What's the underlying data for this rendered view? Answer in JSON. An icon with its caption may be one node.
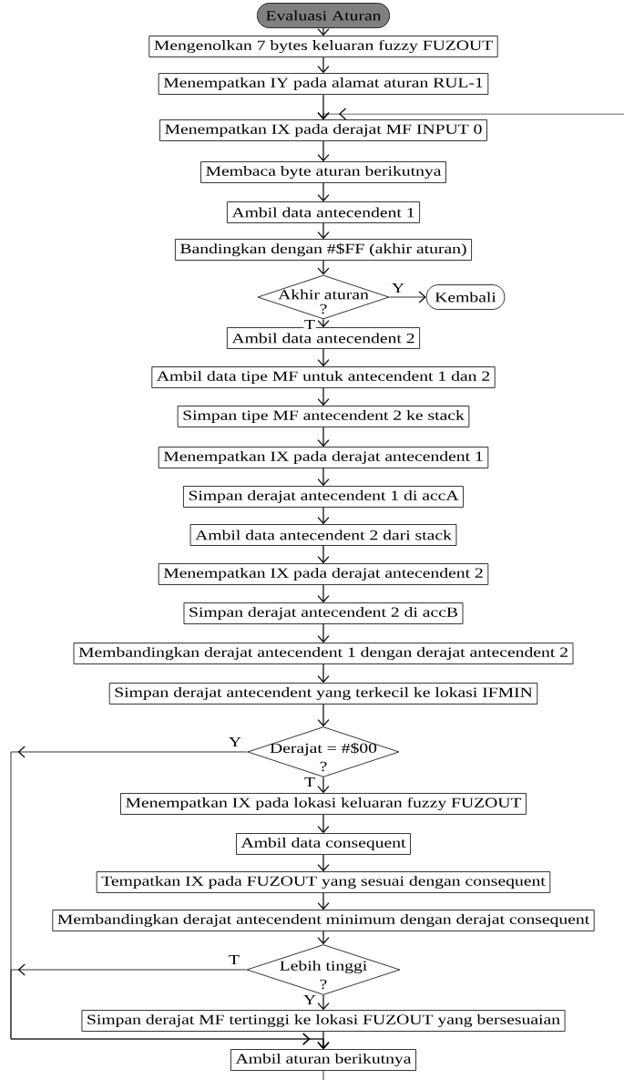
{
  "diagram": {
    "nodes": [
      {
        "text": [
          "Evaluasi Aturan"
        ]
      },
      {
        "text": [
          "Mengenolkan 7 bytes keluaran fuzzy FUZOUT"
        ]
      },
      {
        "text": [
          "Menempatkan IY pada alamat aturan RUL-1"
        ]
      },
      {
        "text": [
          "Menempatkan IX pada derajat MF INPUT 0"
        ]
      },
      {
        "text": [
          "Membaca byte aturan berikutnya"
        ]
      },
      {
        "text": [
          "Ambil data antecendent 1"
        ]
      },
      {
        "text": [
          "Bandingkan dengan #$FF (akhir aturan)"
        ]
      },
      {
        "text": [
          "Akhir aturan",
          "?"
        ]
      },
      {
        "text": [
          "Kembali"
        ]
      },
      {
        "text": [
          "Ambil data antecendent 2"
        ]
      },
      {
        "text": [
          "Ambil data tipe MF untuk antecendent 1 dan 2"
        ]
      },
      {
        "text": [
          "Simpan tipe MF antecendent 2 ke stack"
        ]
      },
      {
        "text": [
          "Menempatkan IX pada derajat antecendent 1"
        ]
      },
      {
        "text": [
          "Simpan derajat antecendent 1 di accA"
        ]
      },
      {
        "text": [
          "Ambil data antecendent 2 dari stack"
        ]
      },
      {
        "text": [
          "Menempatkan IX pada derajat antecendent 2"
        ]
      },
      {
        "text": [
          "Simpan derajat antecendent 2 di accB"
        ]
      },
      {
        "text": [
          "Membandingkan derajat antecendent 1 dengan derajat antecendent 2"
        ]
      },
      {
        "text": [
          "Simpan derajat antecendent yang terkecil ke lokasi IFMIN"
        ]
      },
      {
        "text": [
          "Derajat = #$00",
          "?"
        ]
      },
      {
        "text": [
          "Menempatkan IX pada lokasi keluaran fuzzy FUZOUT"
        ]
      },
      {
        "text": [
          "Ambil data consequent"
        ]
      },
      {
        "text": [
          "Tempatkan IX pada FUZOUT yang sesuai dengan consequent"
        ]
      },
      {
        "text": [
          "Membandingkan derajat antecendent minimum dengan derajat consequent"
        ]
      },
      {
        "text": [
          "Lebih tinggi",
          "?"
        ]
      },
      {
        "text": [
          "Simpan derajat MF tertinggi ke lokasi FUZOUT yang bersesuaian"
        ]
      },
      {
        "text": [
          "Ambil aturan berikutnya"
        ]
      }
    ],
    "edges": [
      {
        "from": 0,
        "to": 1,
        "arrow": "to"
      },
      {
        "from": 1,
        "to": 2,
        "arrow": "to"
      },
      {
        "from": 2,
        "to": 3,
        "arrow": "to"
      },
      {
        "from": null,
        "to": 3,
        "arrow": "to"
      },
      {
        "from": 3,
        "to": 4,
        "arrow": "to"
      },
      {
        "from": 4,
        "to": 5,
        "arrow": "to"
      },
      {
        "from": 5,
        "to": 6,
        "arrow": "to"
      },
      {
        "from": 6,
        "to": 7,
        "arrow": "to"
      },
      {
        "from": 7,
        "to": 8,
        "label": "Y",
        "arrow": "to"
      },
      {
        "from": 7,
        "to": 9,
        "label": "T",
        "arrow": "to"
      },
      {
        "from": 9,
        "to": 10,
        "arrow": "to"
      },
      {
        "from": 10,
        "to": 11,
        "arrow": "to"
      },
      {
        "from": 11,
        "to": 12,
        "arrow": "to"
      },
      {
        "from": 12,
        "to": 13,
        "arrow": "to"
      },
      {
        "from": 13,
        "to": 14,
        "arrow": "to"
      },
      {
        "from": 14,
        "to": 15,
        "arrow": "to"
      },
      {
        "from": 15,
        "to": 16,
        "arrow": "to"
      },
      {
        "from": 16,
        "to": 17,
        "arrow": "to"
      },
      {
        "from": 17,
        "to": 18,
        "arrow": "to"
      },
      {
        "from": 18,
        "to": 19,
        "arrow": "to"
      },
      {
        "from": 19,
        "to": 26,
        "label": "Y",
        "arrow": "to"
      },
      {
        "from": 19,
        "to": 20,
        "label": "T",
        "arrow": "to"
      },
      {
        "from": 20,
        "to": 21,
        "arrow": "to"
      },
      {
        "from": 21,
        "to": 22,
        "arrow": "to"
      },
      {
        "from": 22,
        "to": 23,
        "arrow": "to"
      },
      {
        "from": 23,
        "to": 24,
        "arrow": "to"
      },
      {
        "from": 24,
        "to": 26,
        "label": "T",
        "arrow": "to"
      },
      {
        "from": 24,
        "to": 25,
        "label": "Y",
        "arrow": "to"
      },
      {
        "from": 25,
        "to": 26,
        "arrow": "to"
      },
      {
        "from": 26,
        "to": null,
        "arrow": "none"
      }
    ]
  }
}
